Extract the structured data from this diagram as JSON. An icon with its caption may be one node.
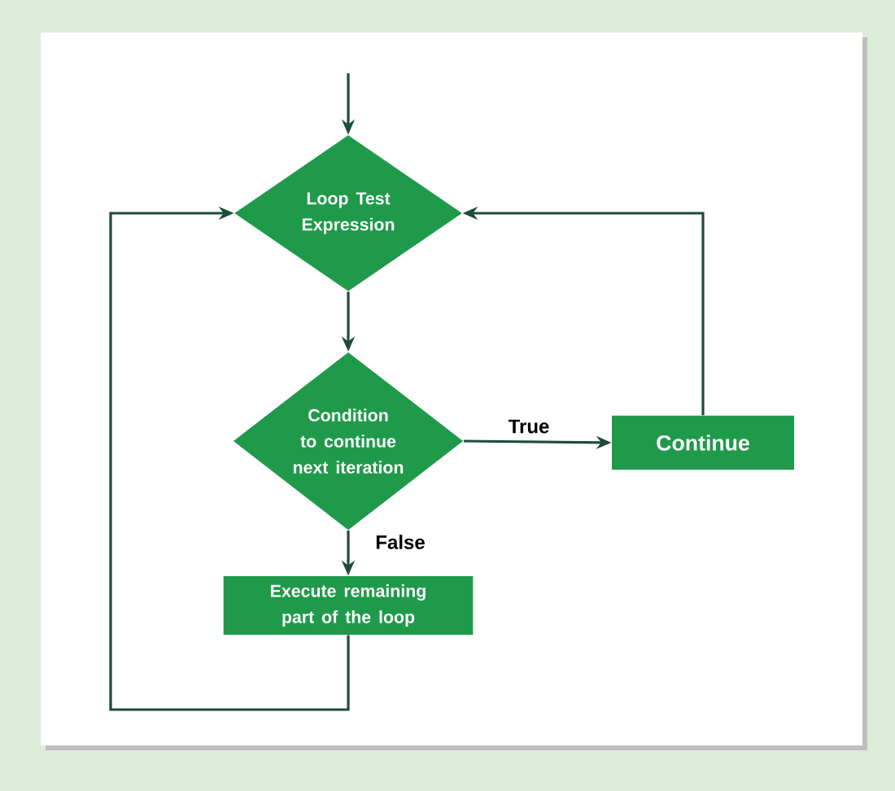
{
  "diagram": {
    "nodes": [
      {
        "text": [
          "Loop Test Expression"
        ]
      },
      {
        "text": [
          "Condition to continue next iteration"
        ]
      },
      {
        "text": [
          "Continue"
        ]
      },
      {
        "text": [
          "Execute remaining part of the loop"
        ]
      }
    ],
    "edges": [
      {
        "from": null,
        "to": 0,
        "arrow": "to"
      },
      {
        "from": 0,
        "to": 1,
        "arrow": "to"
      },
      {
        "from": 1,
        "to": 2,
        "arrow": "to",
        "label": "True"
      },
      {
        "from": 1,
        "to": 3,
        "arrow": "to",
        "label": "False"
      },
      {
        "from": 2,
        "to": 0,
        "arrow": "to"
      },
      {
        "from": 3,
        "to": 0,
        "arrow": "to"
      }
    ]
  }
}
